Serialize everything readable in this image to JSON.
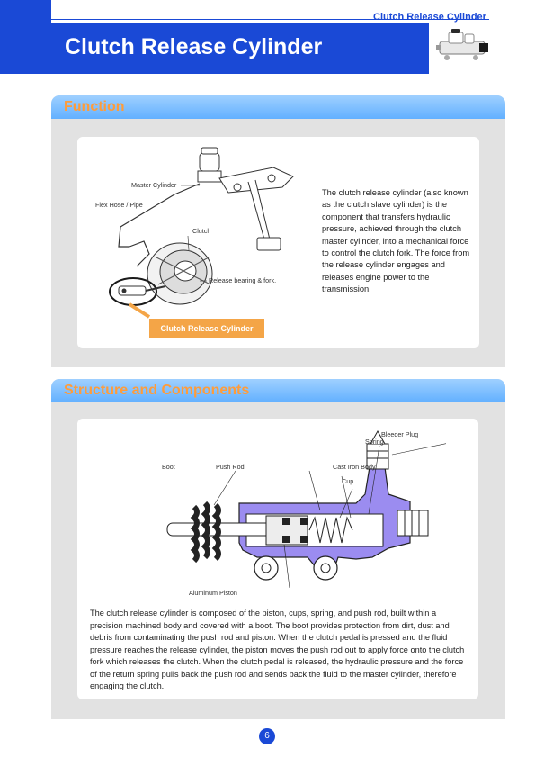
{
  "header": {
    "tag": "Clutch Release Cylinder",
    "title": "Clutch Release Cylinder"
  },
  "function_section": {
    "heading": "Function",
    "text": "The clutch release cylinder (also known as the clutch slave cylinder) is the component that transfers hydraulic pressure, achieved through the clutch master cylinder, into a mechanical force to control the clutch fork.  The force from the release cylinder engages and releases engine power to the transmission.",
    "diagram_labels": {
      "master_cylinder": "Master Cylinder",
      "flex_hose": "Flex Hose / Pipe",
      "clutch": "Clutch",
      "release_bearing": "Release bearing & fork.",
      "callout": "Clutch Release Cylinder"
    }
  },
  "structure_section": {
    "heading": "Structure and Components",
    "diagram_labels": {
      "spring": "Spring",
      "bleeder_plug": "Bleeder Plug",
      "boot": "Boot",
      "push_rod": "Push Rod",
      "cast_iron_body": "Cast Iron Body",
      "cup": "Cup",
      "aluminum_piston": "Aluminum Piston"
    },
    "text": "The clutch release cylinder is composed of the piston, cups, spring, and push rod, built within a precision machined body and covered with a boot.  The boot provides protection from dirt, dust and debris from contaminating the push rod and piston.  When the clutch pedal is pressed and the fluid pressure reaches the release cylinder, the piston moves the push rod out to apply force onto the clutch fork which releases the clutch.  When the clutch pedal is released, the hydraulic pressure and the force of the return spring pulls back the push rod and sends back the fluid to the master cylinder, therefore engaging the clutch."
  },
  "page_number": "6",
  "colors": {
    "brand_blue": "#1a49d6",
    "section_bar": "#62b0ff",
    "section_heading": "#ff9c3a",
    "callout": "#f4a547",
    "body_highlight": "#9b8cf0"
  }
}
